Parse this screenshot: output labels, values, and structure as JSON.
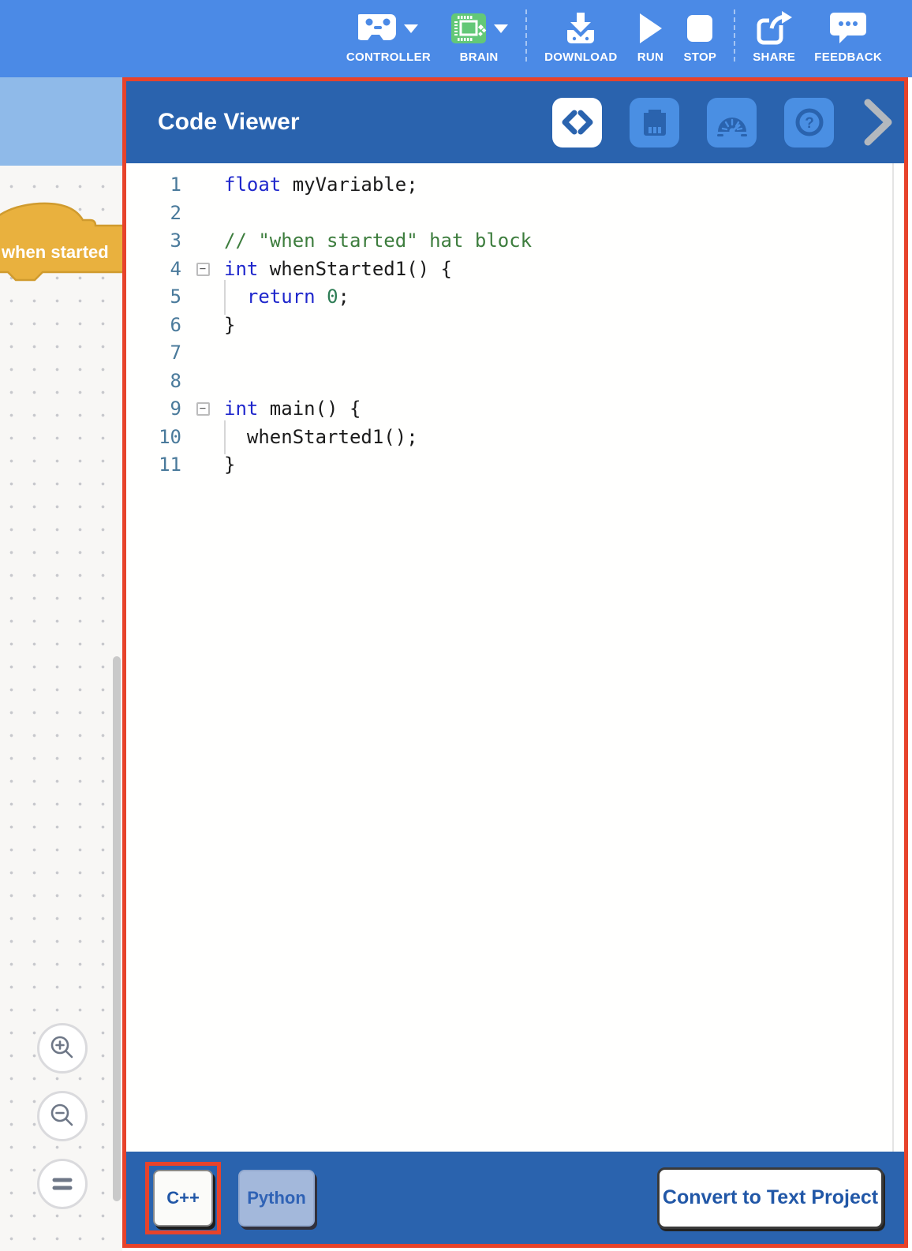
{
  "top_bar": {
    "controller_label": "CONTROLLER",
    "brain_label": "BRAIN",
    "download_label": "DOWNLOAD",
    "run_label": "RUN",
    "stop_label": "STOP",
    "share_label": "SHARE",
    "feedback_label": "FEEDBACK"
  },
  "workspace": {
    "hat_block_label": "when started",
    "controls": [
      "zoom-in",
      "zoom-out",
      "reset-zoom"
    ]
  },
  "code_viewer": {
    "title": "Code Viewer",
    "toolbar_icons": [
      "code-icon",
      "brain-device-icon",
      "gauge-icon",
      "help-icon",
      "chevron-right-icon"
    ],
    "language_tabs": {
      "cpp": "C++",
      "python": "Python"
    },
    "convert_button": "Convert to Text Project",
    "code_lines": [
      {
        "n": 1,
        "tokens": [
          {
            "t": "float",
            "c": "kw"
          },
          {
            "t": " myVariable;",
            "c": "pl"
          }
        ]
      },
      {
        "n": 2,
        "tokens": []
      },
      {
        "n": 3,
        "tokens": [
          {
            "t": "// \"when started\" hat block",
            "c": "cm"
          }
        ]
      },
      {
        "n": 4,
        "fold": true,
        "tokens": [
          {
            "t": "int",
            "c": "kw"
          },
          {
            "t": " whenStarted1() {",
            "c": "pl"
          }
        ]
      },
      {
        "n": 5,
        "guide": true,
        "tokens": [
          {
            "t": "  ",
            "c": "pl"
          },
          {
            "t": "return",
            "c": "kw"
          },
          {
            "t": " ",
            "c": "pl"
          },
          {
            "t": "0",
            "c": "num"
          },
          {
            "t": ";",
            "c": "pl"
          }
        ]
      },
      {
        "n": 6,
        "tokens": [
          {
            "t": "}",
            "c": "pl"
          }
        ]
      },
      {
        "n": 7,
        "tokens": []
      },
      {
        "n": 8,
        "tokens": []
      },
      {
        "n": 9,
        "fold": true,
        "tokens": [
          {
            "t": "int",
            "c": "kw"
          },
          {
            "t": " main() {",
            "c": "pl"
          }
        ]
      },
      {
        "n": 10,
        "guide": true,
        "tokens": [
          {
            "t": "  whenStarted1();",
            "c": "pl"
          }
        ]
      },
      {
        "n": 11,
        "tokens": [
          {
            "t": "}",
            "c": "pl"
          }
        ]
      }
    ]
  },
  "colors": {
    "top_bar_blue": "#4b8ae6",
    "panel_blue": "#2a63ae",
    "toolbar_button_blue": "#4a8fe3",
    "annotation_red": "#e7432b",
    "hat_block_yellow": "#e9b13e",
    "brain_icon_green": "#63c877",
    "keyword_blue": "#1f27cc",
    "comment_green": "#3d7d3d",
    "number_green": "#2e7d55",
    "line_number_blue": "#4a7a9b"
  }
}
